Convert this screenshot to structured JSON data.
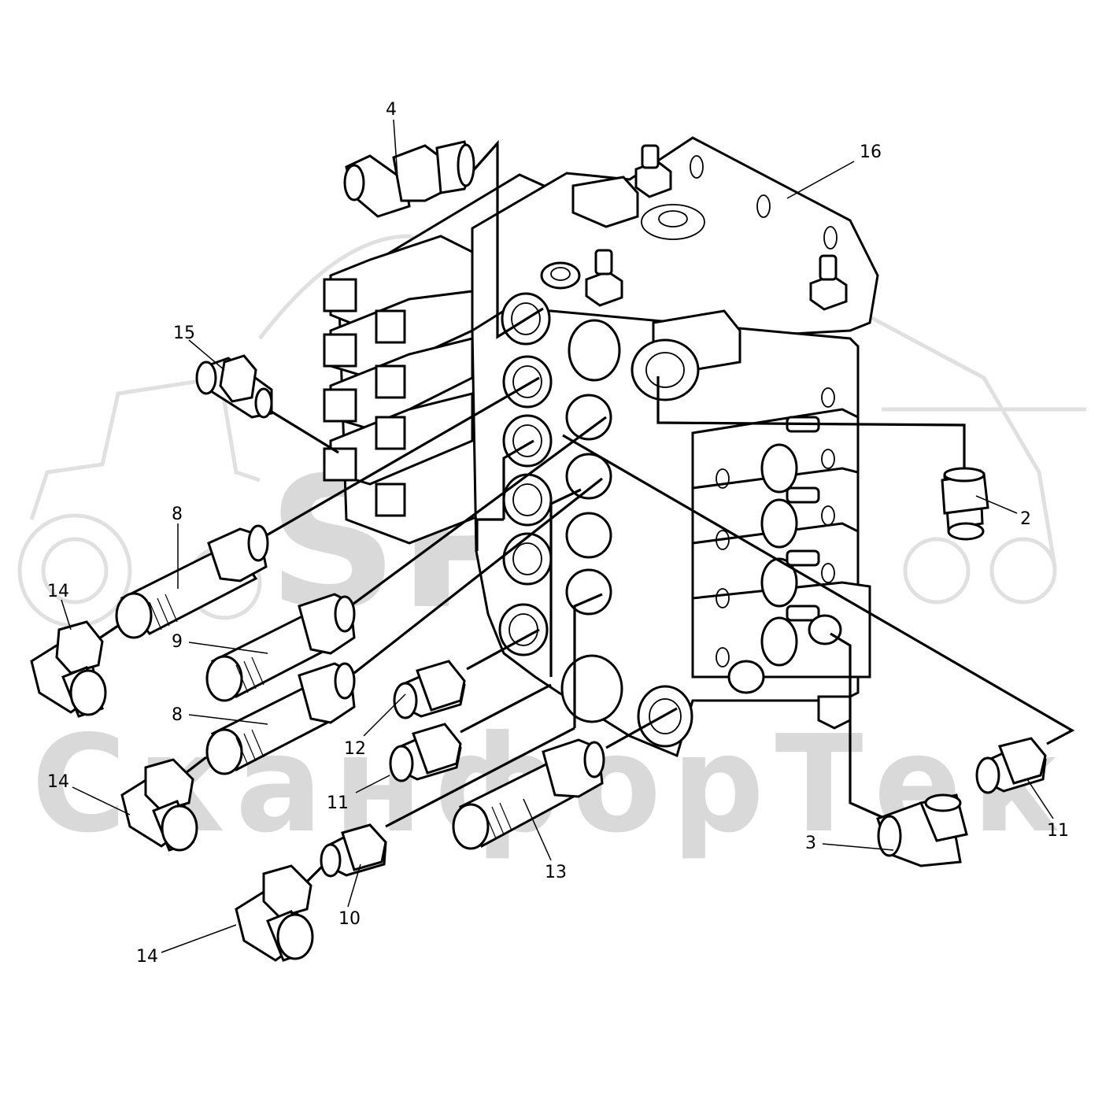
{
  "watermark": {
    "brand_short": "SPT",
    "brand_full": "СканфорТек",
    "color": "#d9d9d9"
  },
  "callouts": [
    {
      "id": "c4",
      "label": "4"
    },
    {
      "id": "c16",
      "label": "16"
    },
    {
      "id": "c15",
      "label": "15"
    },
    {
      "id": "c2",
      "label": "2"
    },
    {
      "id": "c8a",
      "label": "8"
    },
    {
      "id": "c14a",
      "label": "14"
    },
    {
      "id": "c9",
      "label": "9"
    },
    {
      "id": "c8b",
      "label": "8"
    },
    {
      "id": "c12",
      "label": "12"
    },
    {
      "id": "c14b",
      "label": "14"
    },
    {
      "id": "c11a",
      "label": "11"
    },
    {
      "id": "c13",
      "label": "13"
    },
    {
      "id": "c10",
      "label": "10"
    },
    {
      "id": "c14c",
      "label": "14"
    },
    {
      "id": "c3",
      "label": "3"
    },
    {
      "id": "c11b",
      "label": "11"
    }
  ]
}
